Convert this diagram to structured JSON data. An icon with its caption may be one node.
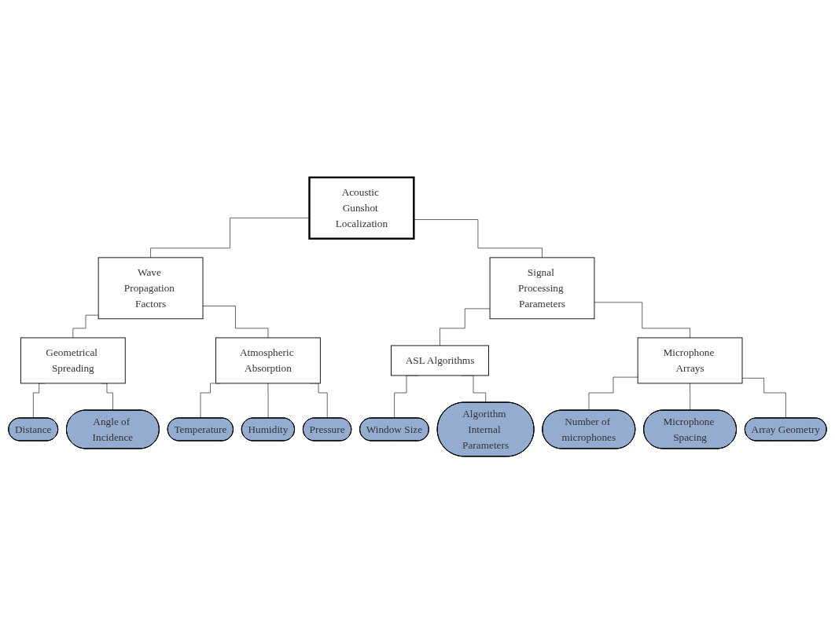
{
  "diagram": {
    "nodes": [
      {
        "text": [
          "Acoustic Gunshot Localization"
        ]
      },
      {
        "text": [
          "Wave Propagation Factors"
        ]
      },
      {
        "text": [
          "Signal Processing Parameters"
        ]
      },
      {
        "text": [
          "Geometrical Spreading"
        ]
      },
      {
        "text": [
          "Atmospheric Absorption"
        ]
      },
      {
        "text": [
          "ASL Algorithms"
        ]
      },
      {
        "text": [
          "Microphone Arrays"
        ]
      },
      {
        "text": [
          "Distance"
        ]
      },
      {
        "text": [
          "Angle of Incidence"
        ]
      },
      {
        "text": [
          "Temperature"
        ]
      },
      {
        "text": [
          "Humidity"
        ]
      },
      {
        "text": [
          "Pressure"
        ]
      },
      {
        "text": [
          "Window Size"
        ]
      },
      {
        "text": [
          "Algorithm Internal Parameters"
        ]
      },
      {
        "text": [
          "Number of microphones"
        ]
      },
      {
        "text": [
          "Microphone Spacing"
        ]
      },
      {
        "text": [
          "Array Geometry"
        ]
      }
    ],
    "edges": [
      {
        "from": 0,
        "to": 1,
        "arrow": "none"
      },
      {
        "from": 0,
        "to": 2,
        "arrow": "none"
      },
      {
        "from": 1,
        "to": 3,
        "arrow": "none"
      },
      {
        "from": 1,
        "to": 4,
        "arrow": "none"
      },
      {
        "from": 2,
        "to": 5,
        "arrow": "none"
      },
      {
        "from": 2,
        "to": 6,
        "arrow": "none"
      },
      {
        "from": 3,
        "to": 7,
        "arrow": "none"
      },
      {
        "from": 3,
        "to": 8,
        "arrow": "none"
      },
      {
        "from": 4,
        "to": 9,
        "arrow": "none"
      },
      {
        "from": 4,
        "to": 10,
        "arrow": "none"
      },
      {
        "from": 4,
        "to": 11,
        "arrow": "none"
      },
      {
        "from": 5,
        "to": 12,
        "arrow": "none"
      },
      {
        "from": 5,
        "to": 13,
        "arrow": "none"
      },
      {
        "from": 6,
        "to": 14,
        "arrow": "none"
      },
      {
        "from": 6,
        "to": 15,
        "arrow": "none"
      },
      {
        "from": 6,
        "to": 16,
        "arrow": "none"
      }
    ]
  }
}
